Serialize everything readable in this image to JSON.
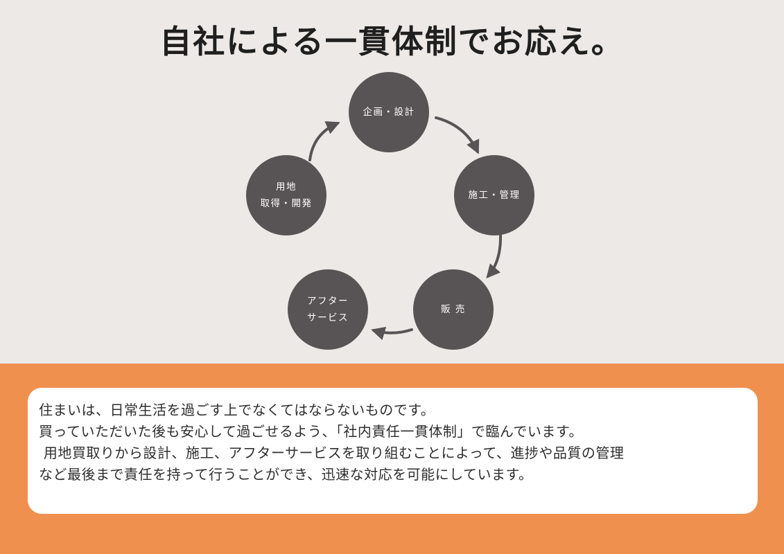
{
  "page": {
    "title": "自社による一貫体制でお応え。"
  },
  "diagram": {
    "name": "in-house-integrated-system-cycle",
    "flow": "clockwise",
    "nodes": [
      {
        "id": "planning-design",
        "lines": [
          "企画・設計",
          ""
        ]
      },
      {
        "id": "construction-management",
        "lines": [
          "施工・管理",
          ""
        ]
      },
      {
        "id": "sales",
        "lines": [
          "販 売",
          ""
        ]
      },
      {
        "id": "after-service",
        "lines": [
          "アフター",
          "サービス"
        ]
      },
      {
        "id": "land-acquisition-development",
        "lines": [
          "用地",
          "取得・開発"
        ]
      }
    ]
  },
  "description": {
    "lines": [
      "住まいは、日常生活を過ごす上でなくてはならないものです。",
      "買っていただいた後も安心して過ごせるよう、「社内責任一貫体制」で臨んでいます。",
      " 用地買取りから設計、施工、アフターサービスを取り組むことによって、進捗や品質の管理",
      "など最後まで責任を持って行うことができ、迅速な対応を可能にしています。"
    ]
  },
  "colors": {
    "top_background": "#ece9e6",
    "accent_orange": "#f0904f",
    "node_gray": "#585354",
    "title_ink": "#1f1f1f",
    "card_background": "#ffffff"
  }
}
